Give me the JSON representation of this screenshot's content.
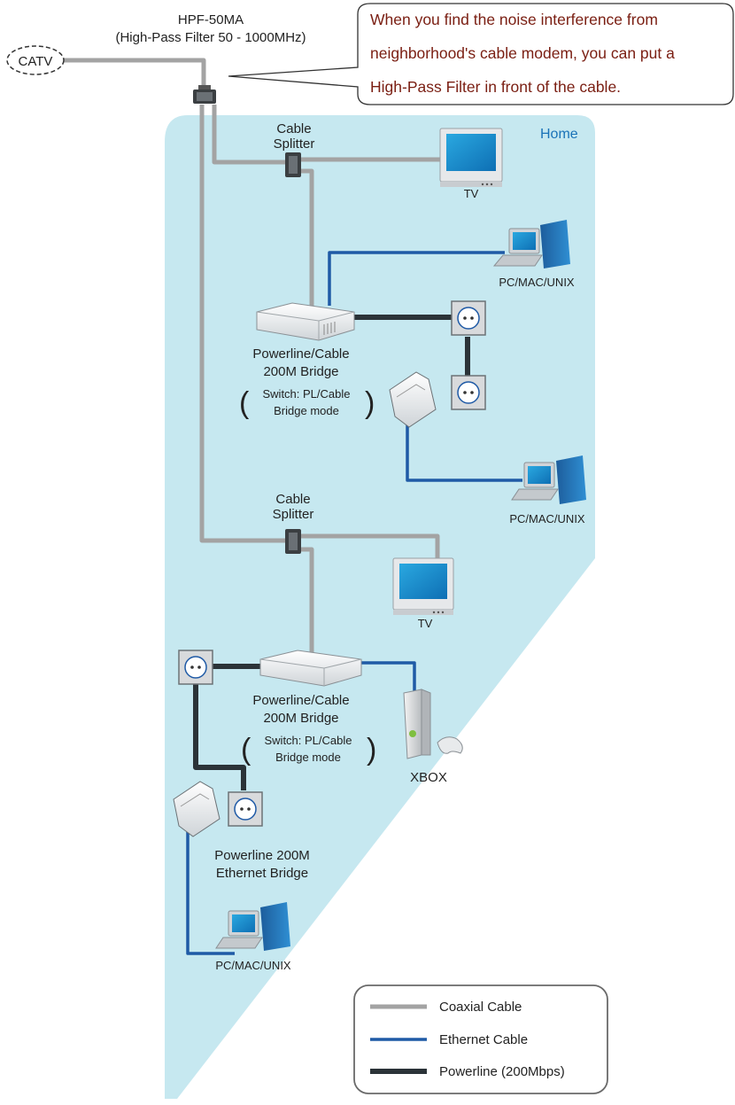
{
  "catv": "CATV",
  "hpf": {
    "title": "HPF-50MA",
    "subtitle": "(High-Pass Filter 50 - 1000MHz)"
  },
  "callout": {
    "line1": "When you find the noise interference from",
    "line2": "neighborhood's cable modem, you can put a",
    "line3": "High-Pass Filter in front of the cable."
  },
  "home": "Home",
  "splitter1": {
    "line1": "Cable",
    "line2": "Splitter"
  },
  "splitter2": {
    "line1": "Cable",
    "line2": "Splitter"
  },
  "tv1": "TV",
  "tv2": "TV",
  "pc1": "PC/MAC/UNIX",
  "pc2": "PC/MAC/UNIX",
  "pc3": "PC/MAC/UNIX",
  "bridge1": {
    "line1": "Powerline/Cable",
    "line2": "200M Bridge",
    "line3": "Switch: PL/Cable",
    "line4": "Bridge mode"
  },
  "bridge2": {
    "line1": "Powerline/Cable",
    "line2": "200M Bridge",
    "line3": "Switch: PL/Cable",
    "line4": "Bridge mode"
  },
  "xbox": "XBOX",
  "eth_bridge": {
    "line1": "Powerline 200M",
    "line2": "Ethernet Bridge"
  },
  "legend": {
    "coax": "Coaxial Cable",
    "ethernet": "Ethernet Cable",
    "powerline": "Powerline (200Mbps)"
  },
  "colors": {
    "coax": "#a3a3a3",
    "ethernet": "#1f5aa6",
    "powerline": "#2b3338",
    "home_fill": "#c6e8f0",
    "callout_text": "#7a1e12"
  }
}
